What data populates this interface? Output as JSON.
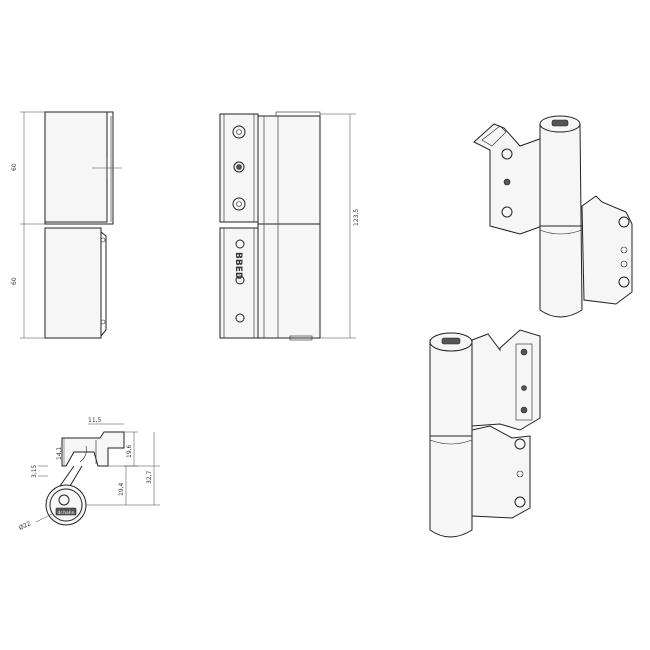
{
  "drawing": {
    "front_view": {
      "dim_top": "60",
      "dim_bottom": "60"
    },
    "side_view": {
      "dim_total": "123,5",
      "brand_mark": "BBED"
    },
    "section_view": {
      "dim_width": "11,5",
      "dim_height_right": "19,6",
      "dim_height_left": "14,1",
      "dim_thickness": "3,15",
      "dim_total_height": "32,7",
      "dim_lower": "19,4",
      "dim_diameter": "Ø22",
      "logo": "dr.hahn"
    }
  }
}
